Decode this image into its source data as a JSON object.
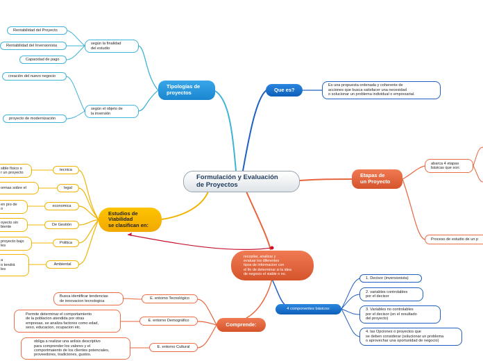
{
  "root": {
    "title": "Formulación y Evaluación\nde Proyectos"
  },
  "tipologias": {
    "title": "Tipologías de\nproyectos",
    "finalidad": {
      "label": "según la finalidad\ndel estudio",
      "items": [
        "Rentabilidad del Proyecto",
        "Rentabilidad del Inversionista",
        "Capacidad de pago"
      ]
    },
    "objeto": {
      "label": "según el objeto de\nla inversión",
      "items": [
        "creación del nuevo negocio",
        "proyecto de modernización"
      ]
    }
  },
  "que_es": {
    "title": "Que es?",
    "description": "Es una propuesta ordenada y coherente de\nacciones que busca satisfacer una necesidad\no solucionar un problema individual o empresarial."
  },
  "etapas": {
    "title": "Etapas de\nun Proyecto",
    "abarca": "abarca 4 etapas\nbásicas que son:",
    "proceso": "Proceso de estudio de un p"
  },
  "estudios": {
    "title": "Estudios de\nViabilidad\nse clasifican en:",
    "categories": [
      "tecnica",
      "legal",
      "economica",
      "De Gestión",
      "Politica",
      "Ambiental"
    ],
    "details": [
      "sible físico o\nr un proyecto",
      "ormas sobre el",
      "en pro de\no",
      "oyecto sin\nbiente",
      "proyecto bajo\nles",
      "a\no tendrá\nles"
    ]
  },
  "recopilar": {
    "text": "recopilar, analizar y\nevaluar los diferentes\ntipos de informacion con\nel fin de determinar si la idea\nde negocio el viable o no."
  },
  "componentes": {
    "title": "4 componentes básicos:",
    "items": [
      "1. Decisor (inversionista)",
      "2. variables controlables\npor el decisor",
      "3. Variables no controlables\npor el decisor (en el resultado\ndel proyecto)",
      "4. las Opciones o proyectos que\nse deben considerar (solucionar un problema\no aprovechar una oportunidad de negocio)"
    ]
  },
  "comprende": {
    "title": "Comprende:",
    "entornos": [
      "E. entorno Tecnológico",
      "E. entorno Demográfico",
      "E. entorno Cultural"
    ],
    "details": [
      "Busca identificar tendencias\nde innovacion tecnologica",
      "Permite determinar el comportamiento\nde la poblacion atendida por otras\nempresas. se analiza factores como edad,\nsexo, educacion, ocupacion etc.",
      "obliga a realizar una anlisis descriptivo\npara comprender los valores y el\ncomportmaiento de los clientes potenciales,\nproveedores, tradiciones, gustos."
    ]
  },
  "colors": {
    "blue": "#1f5fbf",
    "teal": "#3fb3d6",
    "orange": "#e8643c",
    "yellow": "#f0b400",
    "crimson": "#c8102e"
  }
}
